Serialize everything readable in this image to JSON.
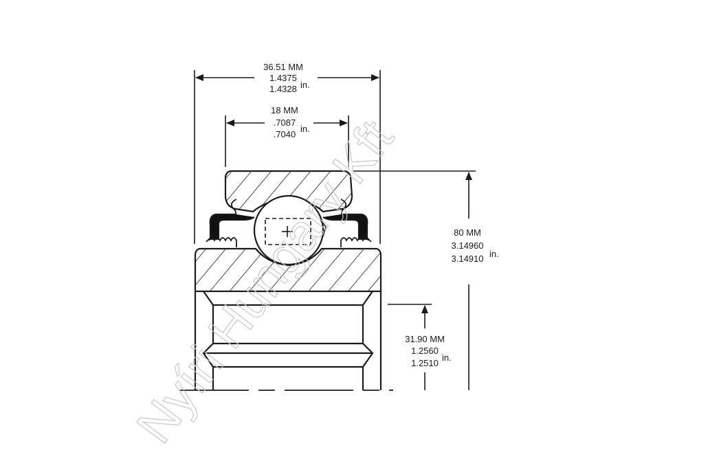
{
  "watermark": "Nyíri Hungary Kft",
  "dimensions": {
    "outer_width": {
      "mm": "36.51 MM",
      "in_max": "1.4375",
      "in_min": "1.4328",
      "unit": "in."
    },
    "inner_width": {
      "mm": "18 MM",
      "in_max": ".7087",
      "in_min": ".7040",
      "unit": "in."
    },
    "outer_diameter": {
      "mm": "80 MM",
      "in_max": "3.14960",
      "in_min": "3.14910",
      "unit": "in."
    },
    "bore_radius": {
      "mm": "31.90 MM",
      "in_max": "1.2560",
      "in_min": "1.2510",
      "unit": "in."
    }
  },
  "colors": {
    "line": "#1a1a1a",
    "seal": "#111111",
    "watermark": "#c8c8c8"
  }
}
